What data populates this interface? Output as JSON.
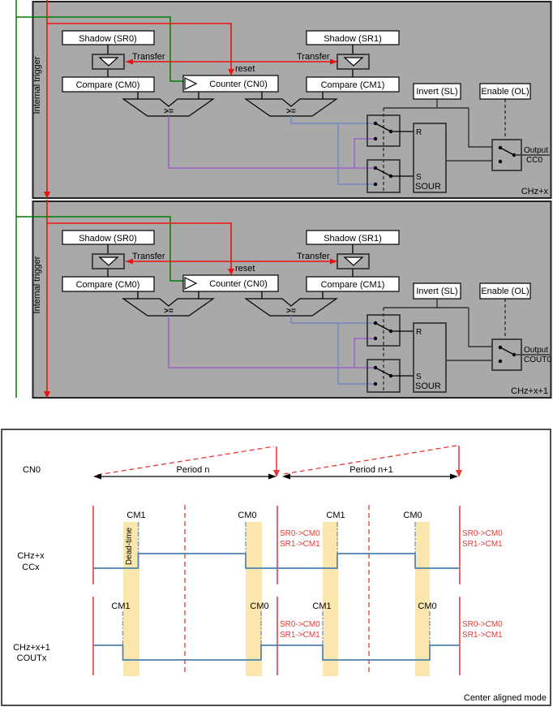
{
  "colors": {
    "channel_box_fill": "#a9a9a9",
    "trigger_red": "#ee1111",
    "trigger_green": "#007f00",
    "wire_blue": "#7288c0",
    "wire_purple": "#9a62c8",
    "waveform_blue": "#4f81ad",
    "deadtime_band_yellow": "#fbe7ad",
    "timing_red": "#e53935"
  },
  "block_diagram": {
    "internal_trigger": "Internal trigger",
    "channels": [
      {
        "shadow0": "Shadow (SR0)",
        "transfer_left": "Transfer",
        "compare0": "Compare (CM0)",
        "counter": "Counter (CN0)",
        "reset": "reset",
        "shadow1": "Shadow (SR1)",
        "transfer_right": "Transfer",
        "compare1": "Compare (CM1)",
        "ge_left": ">=",
        "ge_right": ">=",
        "invert": "Invert (SL)",
        "enable": "Enable (OL)",
        "r_label": "R",
        "s_label": "S",
        "sour": "SOUR",
        "output": "Output",
        "output_name": "CC0",
        "tag": "CHz+x"
      },
      {
        "shadow0": "Shadow (SR0)",
        "transfer_left": "Transfer",
        "compare0": "Compare (CM0)",
        "counter": "Counter (CN0)",
        "reset": "reset",
        "shadow1": "Shadow (SR1)",
        "transfer_right": "Transfer",
        "compare1": "Compare (CM1)",
        "ge_left": ">=",
        "ge_right": ">=",
        "invert": "Invert (SL)",
        "enable": "Enable (OL)",
        "r_label": "R",
        "s_label": "S",
        "sour": "SOUR",
        "output": "Output",
        "output_name": "COUT0",
        "tag": "CHz+x+1"
      }
    ]
  },
  "timing": {
    "counter_label": "CN0",
    "period1": "Period n",
    "period2": "Period n+1",
    "deadtime": "Dead-time",
    "sr1": "SR0->CM0",
    "sr2": "SR1->CM1",
    "mode": "Center aligned mode",
    "rows": [
      {
        "name1": "CHz+x",
        "name2": "CCx",
        "cm": [
          "CM1",
          "CM0",
          "CM1",
          "CM0"
        ]
      },
      {
        "name1": "CHz+x+1",
        "name2": "COUTx",
        "cm": [
          "CM1",
          "CM0",
          "CM1",
          "CM0"
        ]
      }
    ]
  }
}
